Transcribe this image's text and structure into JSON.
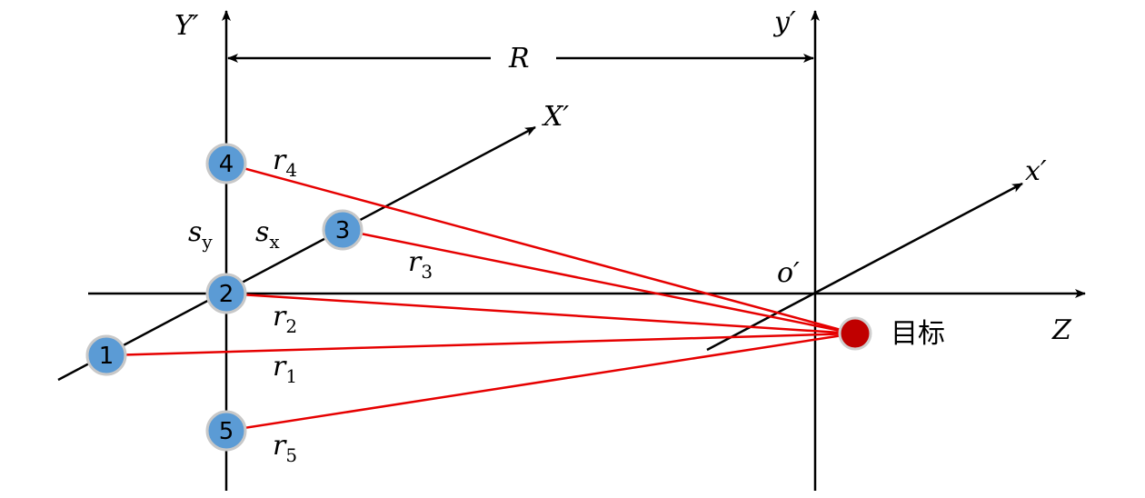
{
  "axes": {
    "Y_prime": "Y′",
    "X_prime": "X′",
    "y_prime": "y′",
    "x_prime": "x′",
    "Z": "Z",
    "o_prime": "o′",
    "R": "R"
  },
  "spacing": {
    "sy_main": "s",
    "sy_sub": "y",
    "sx_main": "s",
    "sx_sub": "x"
  },
  "ranges": [
    {
      "main": "r",
      "sub": "4"
    },
    {
      "main": "r",
      "sub": "3"
    },
    {
      "main": "r",
      "sub": "2"
    },
    {
      "main": "r",
      "sub": "1"
    },
    {
      "main": "r",
      "sub": "5"
    }
  ],
  "nodes": [
    "1",
    "2",
    "3",
    "4",
    "5"
  ],
  "target_label": "目标",
  "colors": {
    "node_fill": "#5b9bd5",
    "node_stroke": "#c8c8c8",
    "target": "#c00000",
    "ray": "#e60000",
    "axis": "#000000"
  }
}
